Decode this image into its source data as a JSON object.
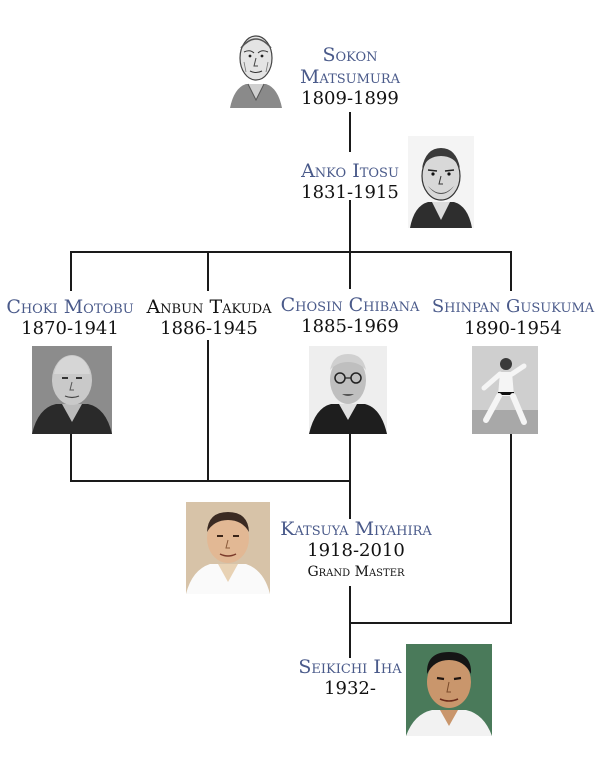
{
  "colors": {
    "name_blue": "#4a5a8a",
    "name_black": "#111111",
    "line": "#1a1a1a"
  },
  "people": {
    "matsumura": {
      "name": "Sokon Matsumura",
      "dates": "1809-1899",
      "name_color": "blue",
      "photo": "sketch-portrait"
    },
    "itosu": {
      "name": "Anko Itosu",
      "dates": "1831-1915",
      "name_color": "blue",
      "photo": "sketch-portrait"
    },
    "motobu": {
      "name": "Choki Motobu",
      "dates": "1870-1941",
      "name_color": "blue",
      "photo": "bw-portrait"
    },
    "takuda": {
      "name": "Anbun Takuda",
      "dates": "1886-1945",
      "name_color": "black"
    },
    "chibana": {
      "name": "Chosin Chibana",
      "dates": "1885-1969",
      "name_color": "blue",
      "photo": "bw-portrait"
    },
    "gusukuma": {
      "name": "Shinpan Gusukuma",
      "dates": "1890-1954",
      "name_color": "blue",
      "photo": "karate-stance-photo"
    },
    "miyahira": {
      "name": "Katsuya Miyahira",
      "dates": "1918-2010",
      "title": "Grand Master",
      "name_color": "blue",
      "photo": "color-portrait"
    },
    "iha": {
      "name": "Seikichi Iha",
      "dates": "1932-",
      "name_color": "blue",
      "photo": "color-portrait"
    }
  }
}
